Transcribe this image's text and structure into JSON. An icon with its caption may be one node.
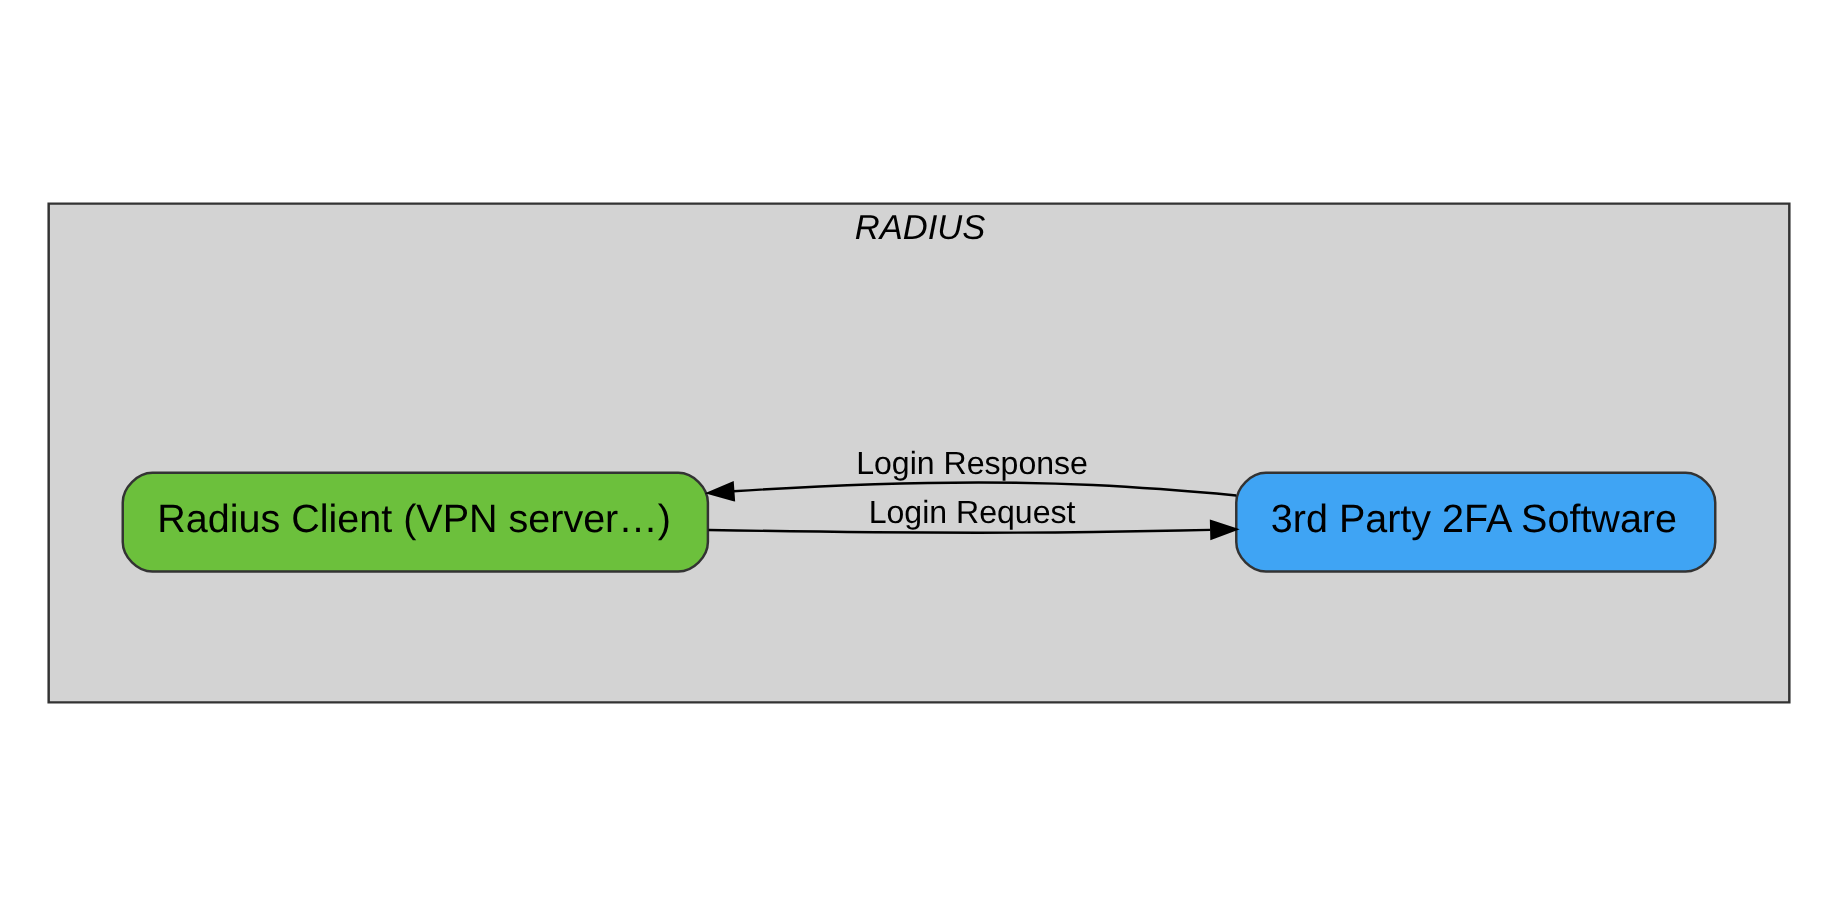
{
  "diagram": {
    "nodes": [
      {
        "text": [
          "RADIUS"
        ]
      },
      {
        "text": [
          "Radius Client (VPN server…)"
        ],
        "in": 0
      },
      {
        "text": [
          "3rd Party 2FA Software"
        ],
        "in": 0
      }
    ],
    "edges": [
      {
        "from": 1,
        "to": 2,
        "arrow": "to",
        "label": "Login Request"
      },
      {
        "from": 2,
        "to": 1,
        "arrow": "to",
        "label": "Login Response"
      }
    ]
  }
}
